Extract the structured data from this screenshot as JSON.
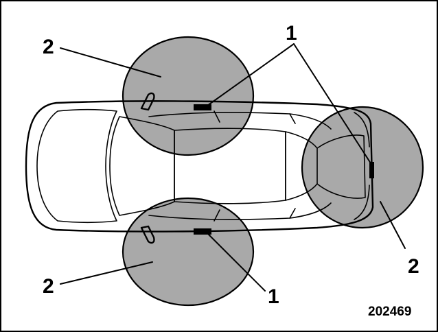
{
  "callouts": {
    "sensor_top": "1",
    "zone_top_left": "2",
    "sensor_bottom": "1",
    "zone_bottom_left": "2",
    "zone_rear_right": "2"
  },
  "figure_id": "202469",
  "colors": {
    "zone_fill": "#a9a9a9",
    "line": "#000000",
    "background": "#ffffff"
  }
}
